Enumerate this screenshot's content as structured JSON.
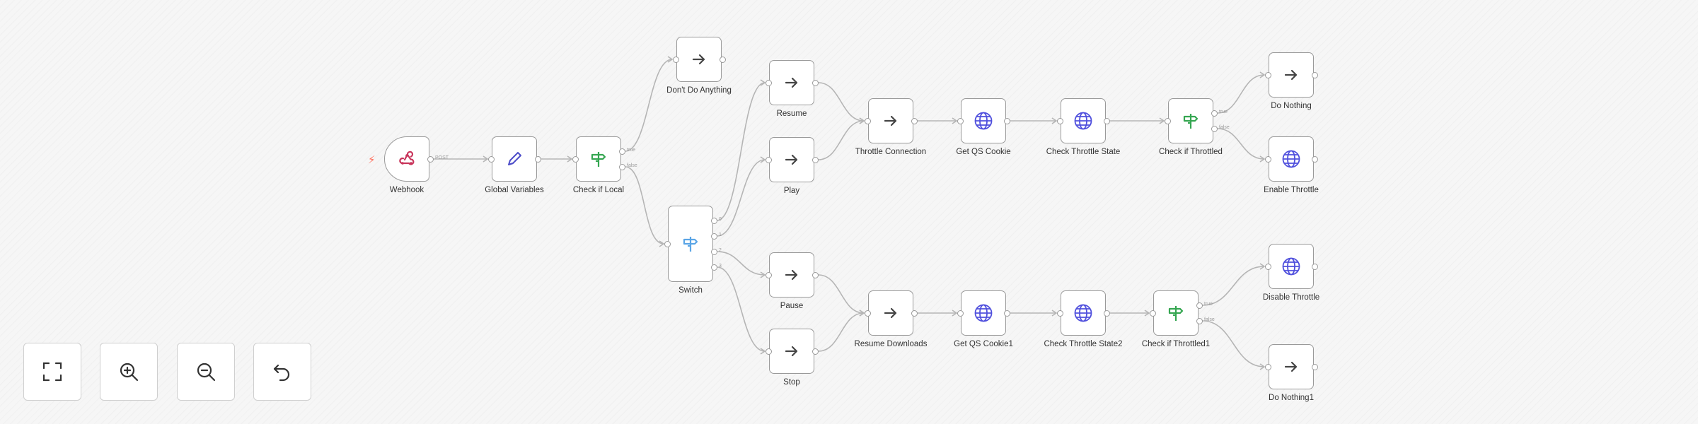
{
  "workflow": {
    "nodes": [
      {
        "id": "webhook",
        "label": "Webhook",
        "icon": "webhook-icon"
      },
      {
        "id": "global-variables",
        "label": "Global Variables",
        "icon": "pencil-icon"
      },
      {
        "id": "check-if-local",
        "label": "Check if Local",
        "icon": "if-signpost-icon"
      },
      {
        "id": "dont-do-anything",
        "label": "Don't Do Anything",
        "icon": "arrow-right-icon"
      },
      {
        "id": "switch",
        "label": "Switch",
        "icon": "switch-signpost-icon"
      },
      {
        "id": "resume",
        "label": "Resume",
        "icon": "arrow-right-icon"
      },
      {
        "id": "play",
        "label": "Play",
        "icon": "arrow-right-icon"
      },
      {
        "id": "pause",
        "label": "Pause",
        "icon": "arrow-right-icon"
      },
      {
        "id": "stop",
        "label": "Stop",
        "icon": "arrow-right-icon"
      },
      {
        "id": "throttle-connection",
        "label": "Throttle Connection",
        "icon": "arrow-right-icon"
      },
      {
        "id": "get-qs-cookie",
        "label": "Get QS Cookie",
        "icon": "globe-icon"
      },
      {
        "id": "check-throttle-state",
        "label": "Check Throttle State",
        "icon": "globe-icon"
      },
      {
        "id": "check-if-throttled",
        "label": "Check if Throttled",
        "icon": "if-signpost-icon"
      },
      {
        "id": "do-nothing",
        "label": "Do Nothing",
        "icon": "arrow-right-icon"
      },
      {
        "id": "enable-throttle",
        "label": "Enable Throttle",
        "icon": "globe-icon"
      },
      {
        "id": "resume-downloads",
        "label": "Resume Downloads",
        "icon": "arrow-right-icon"
      },
      {
        "id": "get-qs-cookie1",
        "label": "Get QS Cookie1",
        "icon": "globe-icon"
      },
      {
        "id": "check-throttle-state2",
        "label": "Check Throttle State2",
        "icon": "globe-icon"
      },
      {
        "id": "check-if-throttled1",
        "label": "Check if Throttled1",
        "icon": "if-signpost-icon"
      },
      {
        "id": "disable-throttle",
        "label": "Disable Throttle",
        "icon": "globe-icon"
      },
      {
        "id": "do-nothing1",
        "label": "Do Nothing1",
        "icon": "arrow-right-icon"
      }
    ],
    "edge_labels": {
      "webhook_method": "POST",
      "true": "true",
      "false": "false",
      "switch_outputs": [
        "0",
        "1",
        "2",
        "3"
      ]
    },
    "colors": {
      "accent": "#ff6d5a",
      "node_border": "#9a9a9a",
      "edge": "#b5b5b5",
      "if_icon": "#35a651",
      "switch_icon": "#5aa5e6",
      "globe_icon": "#5050dd",
      "webhook_icon": "#c8345a",
      "pencil_icon": "#4e4ec9",
      "arrow_icon": "#454545"
    }
  },
  "controls": [
    {
      "id": "fit",
      "icon": "fit-to-view-icon"
    },
    {
      "id": "zoom-in",
      "icon": "zoom-in-icon"
    },
    {
      "id": "zoom-out",
      "icon": "zoom-out-icon"
    },
    {
      "id": "undo",
      "icon": "undo-icon"
    }
  ]
}
